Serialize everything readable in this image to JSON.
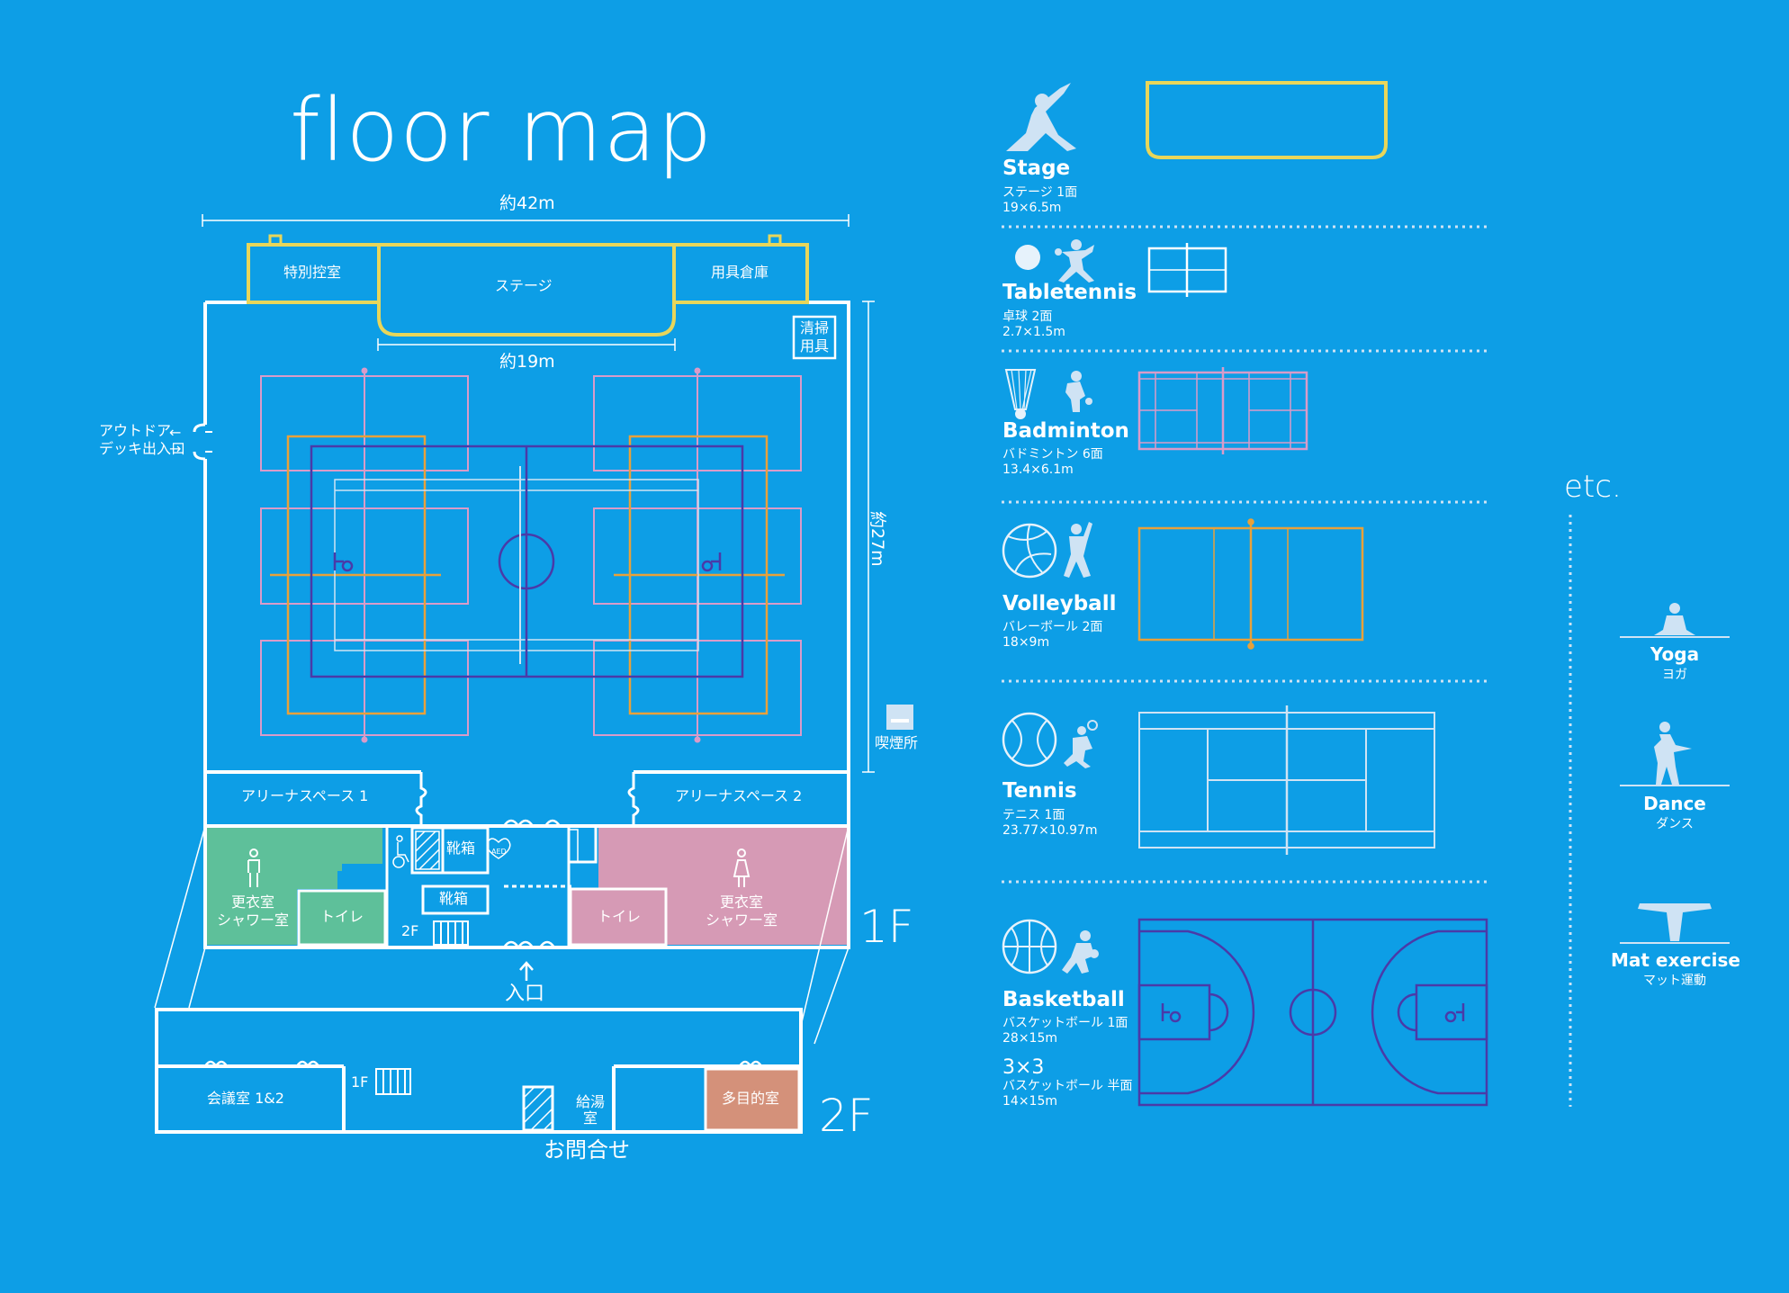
{
  "title": "floor map",
  "floor_1f": "1F",
  "floor_2f": "2F",
  "dims": {
    "width": "約42m",
    "stage_width": "約19m",
    "height": "約27m"
  },
  "rooms_1f": {
    "special_room": "特別控室",
    "stage": "ステージ",
    "storage": "用具倉庫",
    "cleaning_line1": "清掃",
    "cleaning_line2": "用具",
    "deck_line1": "アウトドア",
    "deck_line2": "デッキ出入口",
    "smoking": "喫煙所",
    "arena1": "アリーナスペース 1",
    "arena2": "アリーナスペース 2",
    "shoe_box": "靴箱",
    "locker_line1": "更衣室",
    "locker_line2": "シャワー室",
    "toilet": "トイレ",
    "stairs_2f": "2F",
    "entrance": "入口",
    "aed": "AED"
  },
  "rooms_2f": {
    "meeting": "会議室 1&2",
    "stairs_1f": "1F",
    "kitchen_line1": "給湯",
    "kitchen_line2": "室",
    "multi": "多目的室",
    "inquiry": "お問合せ"
  },
  "sports": [
    {
      "name": "Stage",
      "sub1": "ステージ 1面",
      "sub2": "19×6.5m",
      "icon": "yoga-pose-icon"
    },
    {
      "name": "Tabletennis",
      "sub1": "卓球 2面",
      "sub2": "2.7×1.5m",
      "icon": "table-tennis-player-icon"
    },
    {
      "name": "Badminton",
      "sub1": "バドミントン 6面",
      "sub2": "13.4×6.1m",
      "icon": "badminton-player-icon"
    },
    {
      "name": "Volleyball",
      "sub1": "バレーボール 2面",
      "sub2": "18×9m",
      "icon": "volleyball-player-icon"
    },
    {
      "name": "Tennis",
      "sub1": "テニス 1面",
      "sub2": "23.77×10.97m",
      "icon": "tennis-player-icon"
    },
    {
      "name": "Basketball",
      "sub1": "バスケットボール 1面",
      "sub2": "28×15m",
      "icon": "basketball-player-icon"
    }
  ],
  "basketball_3x3": {
    "name": "3×3",
    "sub1": "バスケットボール 半面",
    "sub2": "14×15m"
  },
  "etc": "etc.",
  "others": [
    {
      "name": "Yoga",
      "sub": "ヨガ",
      "icon": "yoga-icon"
    },
    {
      "name": "Dance",
      "sub": "ダンス",
      "icon": "dance-icon"
    },
    {
      "name": "Mat exercise",
      "sub": "マット運動",
      "icon": "mat-exercise-icon"
    }
  ],
  "colors": {
    "background": "#0d9ee6",
    "stage_yellow": "#e8d65a",
    "badminton_pink": "#d99bc9",
    "volleyball_orange": "#e8a13a",
    "basketball_purple": "#4a3aa8",
    "tennis_light": "#cfe3f4",
    "men_green": "#5ec09a",
    "women_pink": "#d69ab5",
    "multi_room": "#d4917a"
  }
}
